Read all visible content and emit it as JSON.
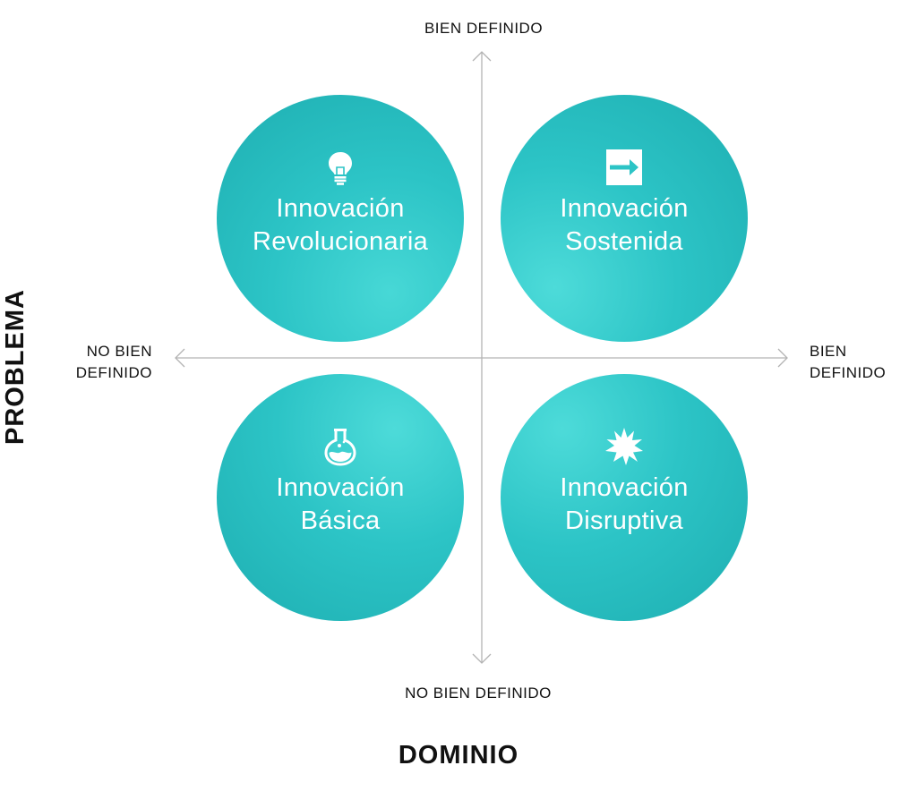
{
  "axes": {
    "top": "BIEN DEFINIDO",
    "bottom": "NO BIEN DEFINIDO",
    "left": [
      "NO BIEN",
      "DEFINIDO"
    ],
    "right": [
      "BIEN",
      "DEFINIDO"
    ],
    "x_title": "DOMINIO",
    "y_title": "PROBLEMA"
  },
  "quadrants": [
    {
      "line1": "Innovación",
      "line2": "Revolucionaria",
      "icon": "lightbulb-icon"
    },
    {
      "line1": "Innovación",
      "line2": "Sostenida",
      "icon": "arrow-right-box-icon"
    },
    {
      "line1": "Innovación",
      "line2": "Básica",
      "icon": "flask-icon"
    },
    {
      "line1": "Innovación",
      "line2": "Disruptiva",
      "icon": "starburst-icon"
    }
  ],
  "colors": {
    "circle": "#2cc4c6",
    "circle_dark": "#1eaeb1",
    "circle_light": "#4ddbd9",
    "axis_line": "#b3b3b3",
    "text": "#111111"
  }
}
